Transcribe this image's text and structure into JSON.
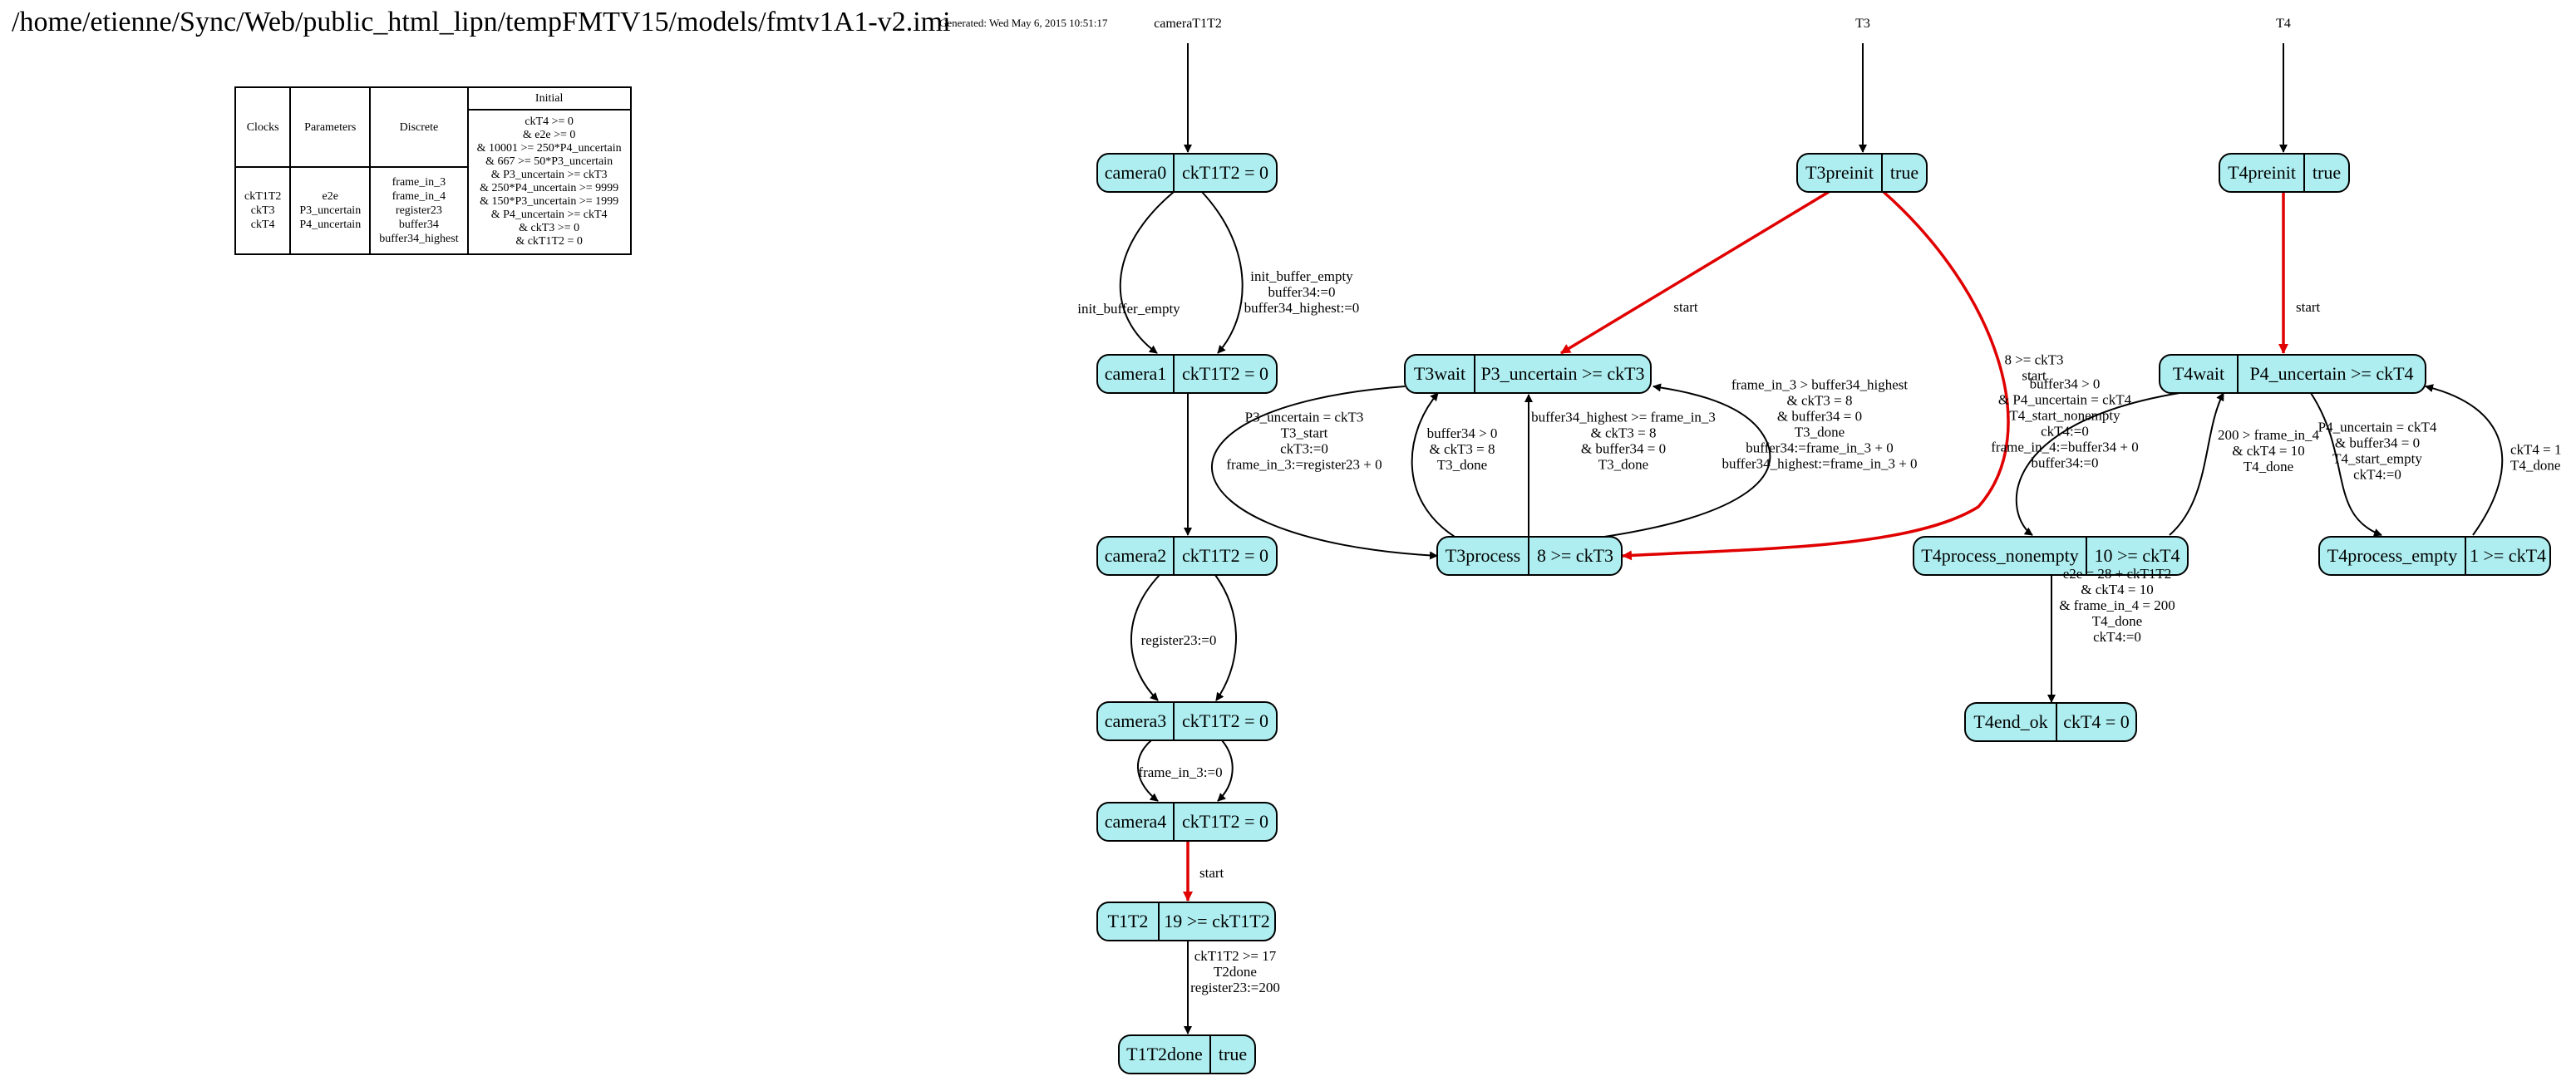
{
  "title": "/home/etienne/Sync/Web/public_html_lipn/tempFMTV15/models/fmtv1A1-v2.imi",
  "generated": "Generated: Wed May 6, 2015 10:51:17",
  "table": {
    "headers": {
      "clocks": "Clocks",
      "parameters": "Parameters",
      "discrete": "Discrete",
      "initial": "Initial"
    },
    "clocks": "ckT1T2\nckT3\nckT4",
    "parameters": "e2e\nP3_uncertain\nP4_uncertain",
    "discrete": "frame_in_3\nframe_in_4\nregister23\nbuffer34\nbuffer34_highest",
    "initial": "ckT4 >= 0\n& e2e >= 0\n& 10001 >= 250*P4_uncertain\n& 667 >= 50*P3_uncertain\n& P3_uncertain >= ckT3\n& 250*P4_uncertain >= 9999\n& 150*P3_uncertain >= 1999\n& P4_uncertain >= ckT4\n& ckT3 >= 0\n& ckT1T2 = 0"
  },
  "automata": [
    {
      "id": "cameraT1T2",
      "label": "cameraT1T2"
    },
    {
      "id": "T3",
      "label": "T3"
    },
    {
      "id": "T4",
      "label": "T4"
    }
  ],
  "states": [
    {
      "id": "camera0",
      "name": "camera0",
      "invariant": "ckT1T2 = 0"
    },
    {
      "id": "camera1",
      "name": "camera1",
      "invariant": "ckT1T2 = 0"
    },
    {
      "id": "camera2",
      "name": "camera2",
      "invariant": "ckT1T2 = 0"
    },
    {
      "id": "camera3",
      "name": "camera3",
      "invariant": "ckT1T2 = 0"
    },
    {
      "id": "camera4",
      "name": "camera4",
      "invariant": "ckT1T2 = 0"
    },
    {
      "id": "T1T2",
      "name": "T1T2",
      "invariant": "19 >= ckT1T2"
    },
    {
      "id": "T1T2done",
      "name": "T1T2done",
      "invariant": "true"
    },
    {
      "id": "T3preinit",
      "name": "T3preinit",
      "invariant": "true"
    },
    {
      "id": "T3wait",
      "name": "T3wait",
      "invariant": "P3_uncertain >= ckT3"
    },
    {
      "id": "T3process",
      "name": "T3process",
      "invariant": "8 >= ckT3"
    },
    {
      "id": "T4preinit",
      "name": "T4preinit",
      "invariant": "true"
    },
    {
      "id": "T4wait",
      "name": "T4wait",
      "invariant": "P4_uncertain >= ckT4"
    },
    {
      "id": "T4process_nonempty",
      "name": "T4process_nonempty",
      "invariant": "10 >= ckT4"
    },
    {
      "id": "T4process_empty",
      "name": "T4process_empty",
      "invariant": "1 >= ckT4"
    },
    {
      "id": "T4end_ok",
      "name": "T4end_ok",
      "invariant": "ckT4 = 0"
    }
  ],
  "edges": [
    {
      "id": "e-init-cam",
      "from": "cameraT1T2",
      "to": "camera0",
      "label": [],
      "color": "#000000"
    },
    {
      "id": "e-c0-c1-a",
      "from": "camera0",
      "to": "camera1",
      "label": [
        "init_buffer_empty"
      ],
      "color": "#000000"
    },
    {
      "id": "e-c0-c1-b",
      "from": "camera0",
      "to": "camera1",
      "label": [
        "init_buffer_empty",
        "buffer34:=0",
        "buffer34_highest:=0"
      ],
      "color": "#000000"
    },
    {
      "id": "e-c1-c2",
      "from": "camera1",
      "to": "camera2",
      "label": [],
      "color": "#000000"
    },
    {
      "id": "e-c2-c3-a",
      "from": "camera2",
      "to": "camera3",
      "label": [
        "register23:=0"
      ],
      "color": "#000000"
    },
    {
      "id": "e-c2-c3-b",
      "from": "camera2",
      "to": "camera3",
      "label": [],
      "color": "#000000"
    },
    {
      "id": "e-c3-c4-a",
      "from": "camera3",
      "to": "camera4",
      "label": [
        "frame_in_3:=0"
      ],
      "color": "#000000"
    },
    {
      "id": "e-c3-c4-b",
      "from": "camera3",
      "to": "camera4",
      "label": [],
      "color": "#000000"
    },
    {
      "id": "e-c4-t1t2",
      "from": "camera4",
      "to": "T1T2",
      "label": [
        "start"
      ],
      "color": "#e00000"
    },
    {
      "id": "e-t1t2-done",
      "from": "T1T2",
      "to": "T1T2done",
      "label": [
        "ckT1T2 >= 17",
        "T2done",
        "register23:=200"
      ],
      "color": "#000000"
    },
    {
      "id": "e-init-t3",
      "from": "T3",
      "to": "T3preinit",
      "label": [],
      "color": "#000000"
    },
    {
      "id": "e-t3pre-wait",
      "from": "T3preinit",
      "to": "T3wait",
      "label": [
        "start"
      ],
      "color": "#e00000"
    },
    {
      "id": "e-t3pre-proc",
      "from": "T3preinit",
      "to": "T3process",
      "label": [
        "8 >= ckT3",
        "start"
      ],
      "color": "#e00000"
    },
    {
      "id": "e-t3wait-proc",
      "from": "T3wait",
      "to": "T3process",
      "label": [
        "P3_uncertain = ckT3",
        "T3_start",
        "ckT3:=0",
        "frame_in_3:=register23 + 0"
      ],
      "color": "#000000"
    },
    {
      "id": "e-t3proc-wait-a",
      "from": "T3process",
      "to": "T3wait",
      "label": [
        "buffer34 > 0",
        "& ckT3 = 8",
        "T3_done"
      ],
      "color": "#000000"
    },
    {
      "id": "e-t3proc-wait-b",
      "from": "T3process",
      "to": "T3wait",
      "label": [
        "buffer34_highest >= frame_in_3",
        "& ckT3 = 8",
        "& buffer34 = 0",
        "T3_done"
      ],
      "color": "#000000"
    },
    {
      "id": "e-t3proc-wait-c",
      "from": "T3process",
      "to": "T3wait",
      "label": [
        "frame_in_3 > buffer34_highest",
        "& ckT3 = 8",
        "& buffer34 = 0",
        "T3_done",
        "buffer34:=frame_in_3 + 0",
        "buffer34_highest:=frame_in_3 + 0"
      ],
      "color": "#000000"
    },
    {
      "id": "e-init-t4",
      "from": "T4",
      "to": "T4preinit",
      "label": [],
      "color": "#000000"
    },
    {
      "id": "e-t4pre-wait",
      "from": "T4preinit",
      "to": "T4wait",
      "label": [
        "start"
      ],
      "color": "#e00000"
    },
    {
      "id": "e-t4wait-nonempty",
      "from": "T4wait",
      "to": "T4process_nonempty",
      "label": [
        "buffer34 > 0",
        "& P4_uncertain = ckT4",
        "T4_start_nonempty",
        "ckT4:=0",
        "frame_in_4:=buffer34 + 0",
        "buffer34:=0"
      ],
      "color": "#000000"
    },
    {
      "id": "e-nonempty-wait",
      "from": "T4process_nonempty",
      "to": "T4wait",
      "label": [
        "200 > frame_in_4",
        "& ckT4 = 10",
        "T4_done"
      ],
      "color": "#000000"
    },
    {
      "id": "e-t4wait-empty",
      "from": "T4wait",
      "to": "T4process_empty",
      "label": [
        "P4_uncertain = ckT4",
        "& buffer34 = 0",
        "T4_start_empty",
        "ckT4:=0"
      ],
      "color": "#000000"
    },
    {
      "id": "e-empty-wait",
      "from": "T4process_empty",
      "to": "T4wait",
      "label": [
        "ckT4 = 1",
        "T4_done"
      ],
      "color": "#000000"
    },
    {
      "id": "e-nonempty-end",
      "from": "T4process_nonempty",
      "to": "T4end_ok",
      "label": [
        "e2e = 28 + ckT1T2",
        "& ckT4 = 10",
        "& frame_in_4 = 200",
        "T4_done",
        "ckT4:=0"
      ],
      "color": "#000000"
    }
  ]
}
